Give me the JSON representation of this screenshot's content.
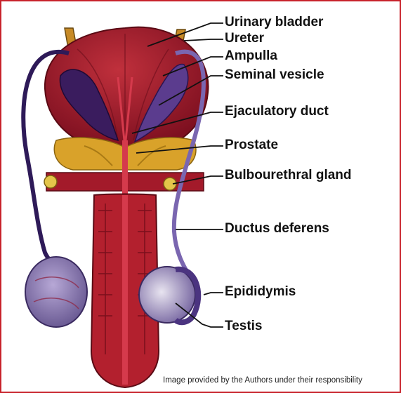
{
  "labels": {
    "urinary_bladder": "Urinary bladder",
    "ureter": "Ureter",
    "ampulla": "Ampulla",
    "seminal_vesicle": "Seminal vesicle",
    "ejaculatory_duct": "Ejaculatory duct",
    "prostate": "Prostate",
    "bulbourethral_gland": "Bulbourethral gland",
    "ductus_deferens": "Ductus deferens",
    "epididymis": "Epididymis",
    "testis": "Testis"
  },
  "credit": "Image provided by the Authors under their responsibility",
  "colors": {
    "frame": "#c8232c",
    "bladder": "#a31a2a",
    "duct": "#4b2a7a",
    "prostate": "#d9a22a",
    "testis": "#8b7bb0"
  }
}
